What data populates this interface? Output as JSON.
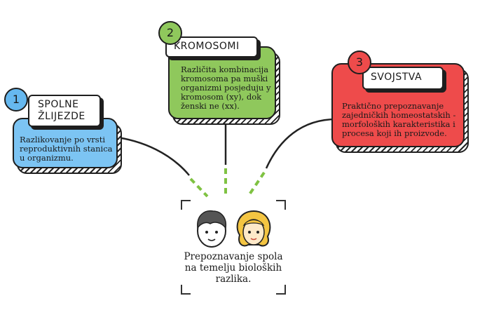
{
  "cards": [
    {
      "number": "1",
      "title": "SPOLNE\nŽLIJEZDE",
      "description": "Razlikovanje po vrsti reproduktivnih stanica u organizmu.",
      "color": "#7cc4f3"
    },
    {
      "number": "2",
      "title": "KROMOSOMI",
      "description": "Različita kombinacija kromosoma pa muški organizmi posjeduju y kromosom (xy), dok ženski ne (xx).",
      "color": "#8fc85c"
    },
    {
      "number": "3",
      "title": "SVOJSTVA",
      "description": "Praktično prepoznavanje zajedničkih homeostatskih - morfoloških karakteristika i procesa koji ih proizvode.",
      "color": "#ee4b4b"
    }
  ],
  "center": {
    "text": "Prepoznavanje spola na temelju bioloških razlika.",
    "icons": [
      "boy-face-icon",
      "girl-face-icon"
    ]
  },
  "connector_color": "#7fc242"
}
